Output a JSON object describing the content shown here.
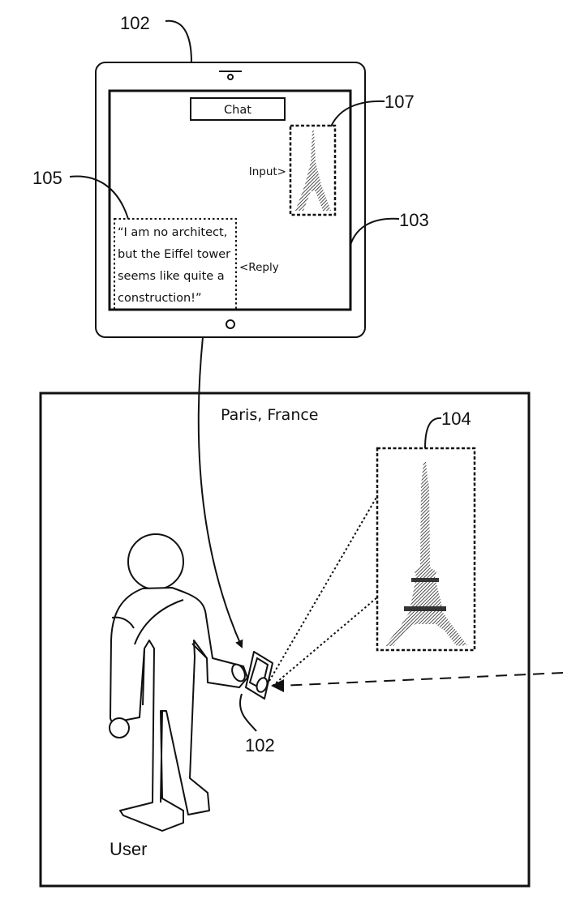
{
  "figure": {
    "refs": {
      "device_top": "102",
      "input_image": "107",
      "reply_box": "105",
      "screen": "103",
      "landmark": "104",
      "device_bottom": "102"
    },
    "tablet": {
      "header_button": "Chat",
      "input_label": "Input>",
      "reply_label": "<Reply",
      "reply_lines": [
        "“I am no architect,",
        "but the Eiffel tower",
        "seems like quite a",
        "construction!”"
      ]
    },
    "scene": {
      "location": "Paris, France",
      "user_label": "User"
    },
    "icons": {
      "tablet": "tablet-device-icon",
      "landmark": "eiffel-tower-icon",
      "person": "user-figure-icon",
      "phone": "handheld-device-icon"
    }
  }
}
